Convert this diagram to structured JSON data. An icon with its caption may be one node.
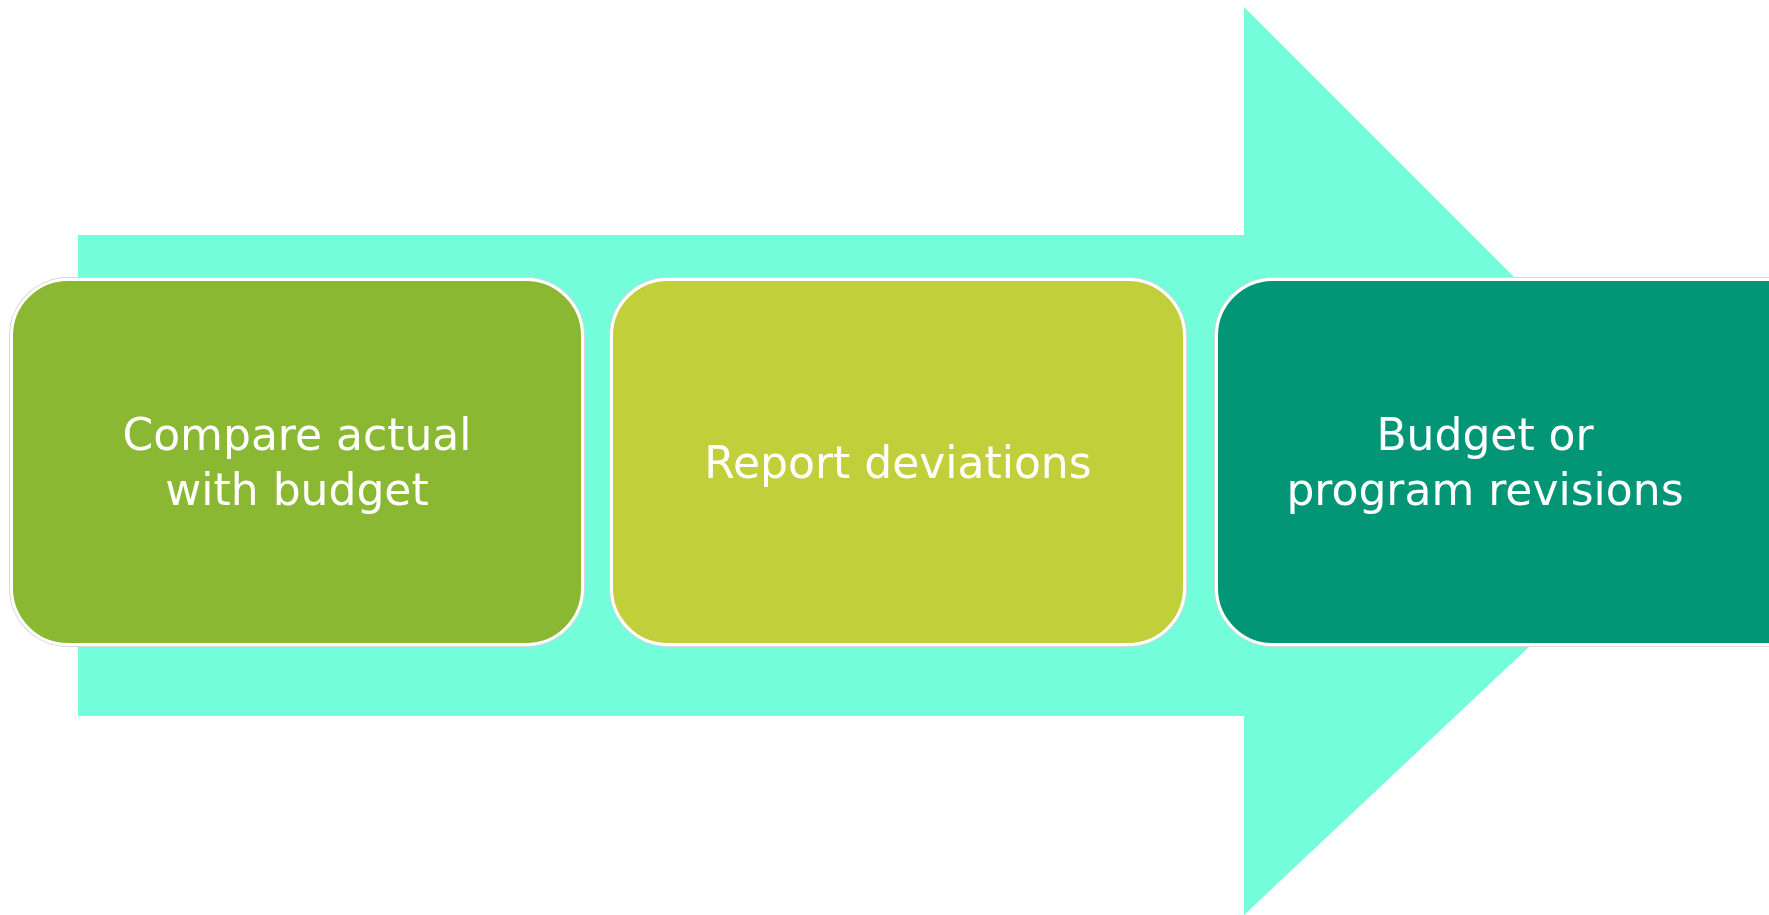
{
  "diagram": {
    "nodes": [
      {
        "text": [
          "Compare actual with budget"
        ]
      },
      {
        "text": [
          "Report deviations"
        ]
      },
      {
        "text": [
          "Budget or program revisions"
        ]
      }
    ],
    "edges": [
      {
        "from": 0,
        "to": 2,
        "arrow": "to"
      }
    ]
  }
}
